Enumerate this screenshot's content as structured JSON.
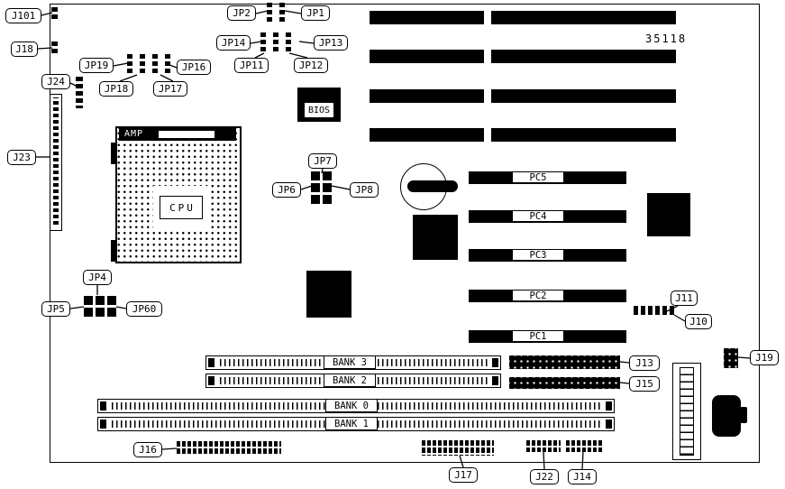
{
  "diagram": {
    "part_number": "35118",
    "labels": {
      "j101": "J101",
      "j18": "J18",
      "j24": "J24",
      "j23": "J23",
      "jp1": "JP1",
      "jp2": "JP2",
      "jp11": "JP11",
      "jp12": "JP12",
      "jp13": "JP13",
      "jp14": "JP14",
      "jp16": "JP16",
      "jp17": "JP17",
      "jp18": "JP18",
      "jp19": "JP19",
      "jp6": "JP6",
      "jp7": "JP7",
      "jp8": "JP8",
      "jp4": "JP4",
      "jp5": "JP5",
      "jp60": "JP60",
      "j10": "J10",
      "j11": "J11",
      "j13": "J13",
      "j14": "J14",
      "j15": "J15",
      "j16": "J16",
      "j17": "J17",
      "j19": "J19",
      "j22": "J22"
    },
    "chips": {
      "bios": "BIOS",
      "cpu": "CPU",
      "cpu_socket_brand": "AMP"
    },
    "pci_slots": [
      "PC5",
      "PC4",
      "PC3",
      "PC2",
      "PC1"
    ],
    "memory_banks": [
      "BANK 3",
      "BANK 2",
      "BANK 0",
      "BANK 1"
    ]
  }
}
